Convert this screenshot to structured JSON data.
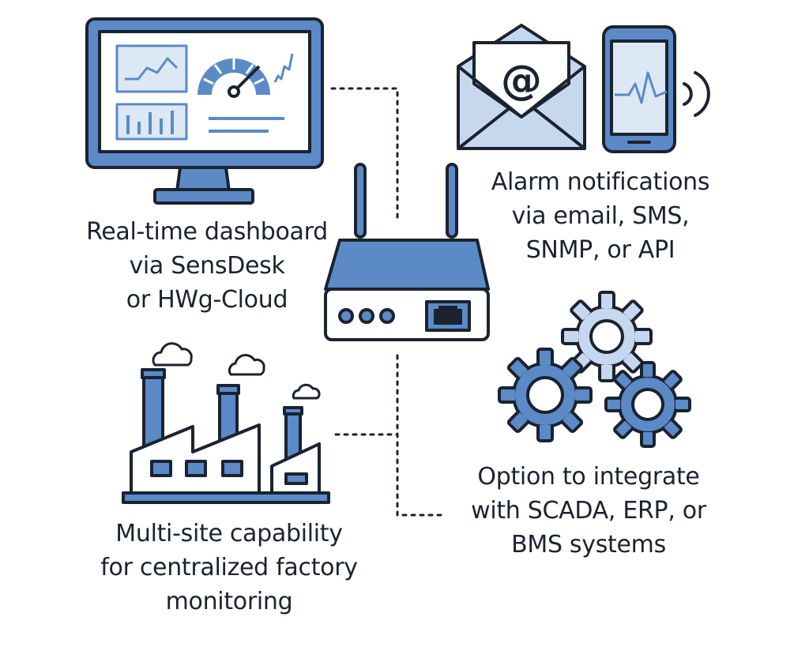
{
  "captions": {
    "dashboard": [
      "Real-time dashboard",
      "via SensDesk",
      "or HWg-Cloud"
    ],
    "alarm": [
      "Alarm notifications",
      "via email, SMS,",
      "SNMP, or API"
    ],
    "multisite": [
      "Multi-site capability",
      "for centralized factory",
      "monitoring"
    ],
    "integrate": [
      "Option to integrate",
      "with SCADA, ERP, or",
      "BMS systems"
    ]
  },
  "email_symbol": "@",
  "colors": {
    "outline": "#1b2230",
    "primary_blue": "#5b8ac6",
    "light_blue": "#c5d8ee",
    "pale_blue": "#dde8f5",
    "background": "#ffffff"
  },
  "icons": [
    "monitor-dashboard-icon",
    "email-envelope-icon",
    "smartphone-icon",
    "router-device-icon",
    "factory-icon",
    "gears-icon",
    "cloud-icon"
  ]
}
